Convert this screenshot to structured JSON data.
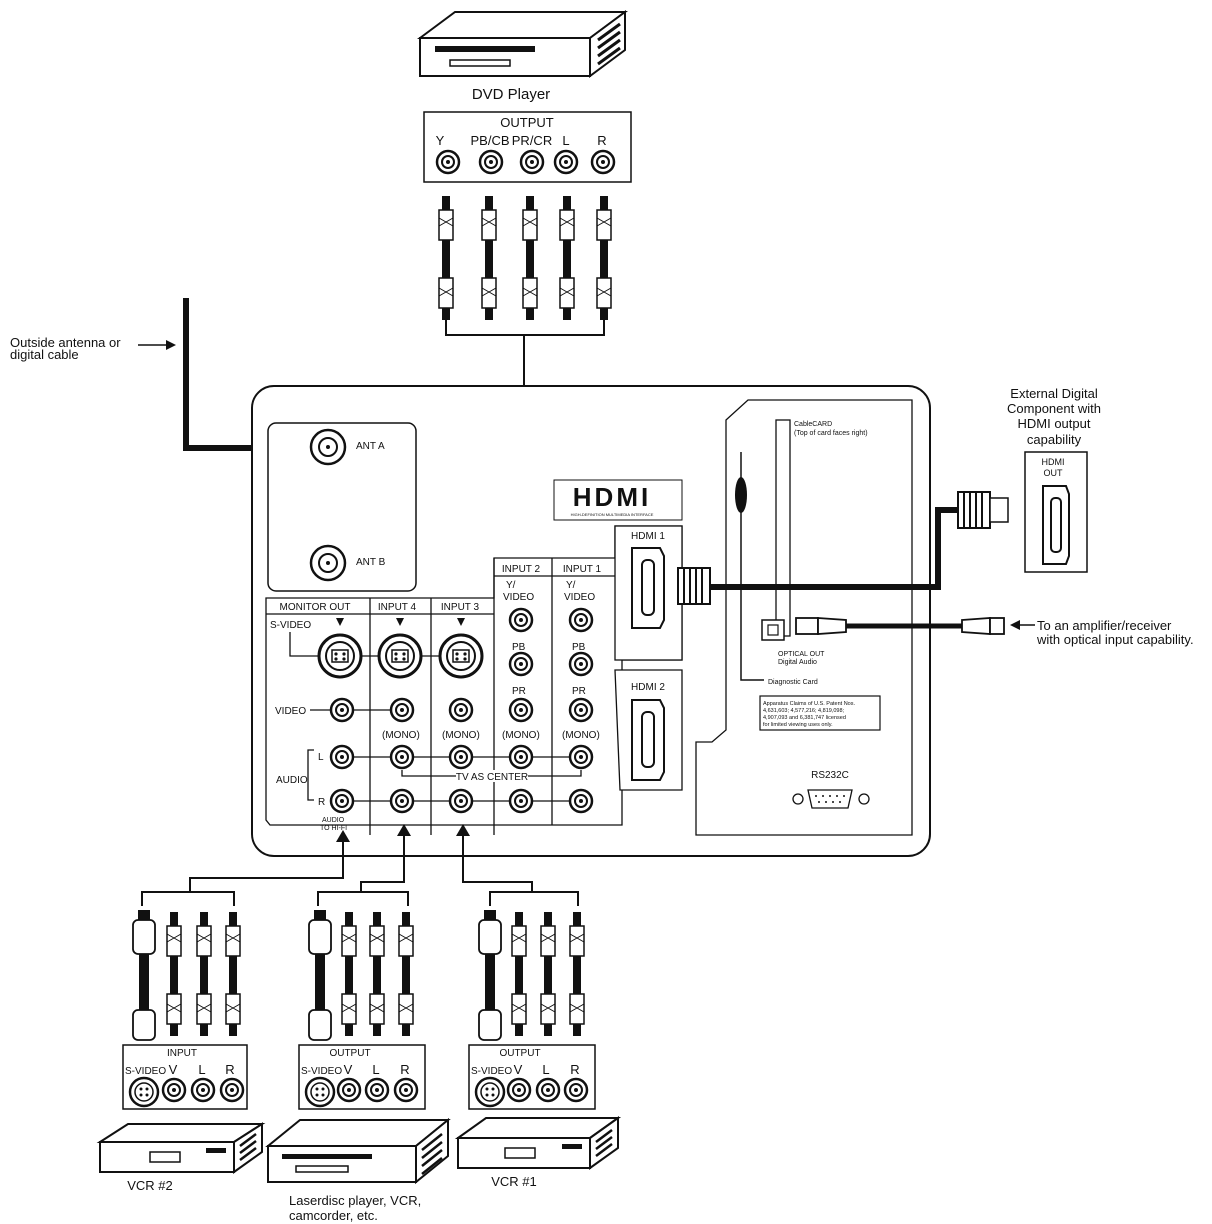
{
  "dvd": {
    "title": "DVD Player",
    "output_label": "OUTPUT",
    "jacks": [
      "Y",
      "PB/CB",
      "PR/CR",
      "L",
      "R"
    ]
  },
  "antenna": {
    "source_label_line1": "Outside antenna or",
    "source_label_line2": "digital cable",
    "ant_a": "ANT A",
    "ant_b": "ANT B"
  },
  "hdmi_logo": {
    "text": "HDMI",
    "tagline": "HIGH-DEFINITION MULTIMEDIA INTERFACE"
  },
  "tv_panel": {
    "monitor_out": "MONITOR OUT",
    "input4": "INPUT 4",
    "input3": "INPUT 3",
    "input2": "INPUT 2",
    "input1": "INPUT 1",
    "s_video": "S-VIDEO",
    "video": "VIDEO",
    "audio": "AUDIO",
    "l": "L",
    "r": "R",
    "y_video_line1": "Y/",
    "y_video_line2": "VIDEO",
    "pb": "PB",
    "pr": "PR",
    "mono": "(MONO)",
    "tv_as_center": "TV AS CENTER",
    "audio_to_hifi_line1": "AUDIO",
    "audio_to_hifi_line2": "TO HI-FI",
    "hdmi1": "HDMI 1",
    "hdmi2": "HDMI 2",
    "cablecard_line1": "CableCARD",
    "cablecard_line2": "(Top of card faces right)",
    "optical_out_line1": "OPTICAL OUT",
    "optical_out_line2": "Digital Audio",
    "diagnostic_card": "Diagnostic Card",
    "notice_line1": "Apparatus Claims of U.S. Patent Nos.",
    "notice_line2": "4,631,603; 4,577,216; 4,819,098;",
    "notice_line3": "4,907,093 and 6,381,747 licensed",
    "notice_line4": "for limited viewing uses only.",
    "rs232c": "RS232C"
  },
  "hdmi_device": {
    "line1": "External Digital",
    "line2": "Component with",
    "line3": "HDMI output",
    "line4": "capability",
    "port_line1": "HDMI",
    "port_line2": "OUT"
  },
  "amplifier": {
    "line1": "To an amplifier/receiver",
    "line2": "with optical input capability."
  },
  "devices": [
    {
      "panel_label": "INPUT",
      "jacks": [
        "S-VIDEO",
        "V",
        "L",
        "R"
      ],
      "name_line1": "VCR #2",
      "name_line2": ""
    },
    {
      "panel_label": "OUTPUT",
      "jacks": [
        "S-VIDEO",
        "V",
        "L",
        "R"
      ],
      "name_line1": "Laserdisc player, VCR,",
      "name_line2": "camcorder, etc."
    },
    {
      "panel_label": "OUTPUT",
      "jacks": [
        "S-VIDEO",
        "V",
        "L",
        "R"
      ],
      "name_line1": "VCR #1",
      "name_line2": ""
    }
  ]
}
